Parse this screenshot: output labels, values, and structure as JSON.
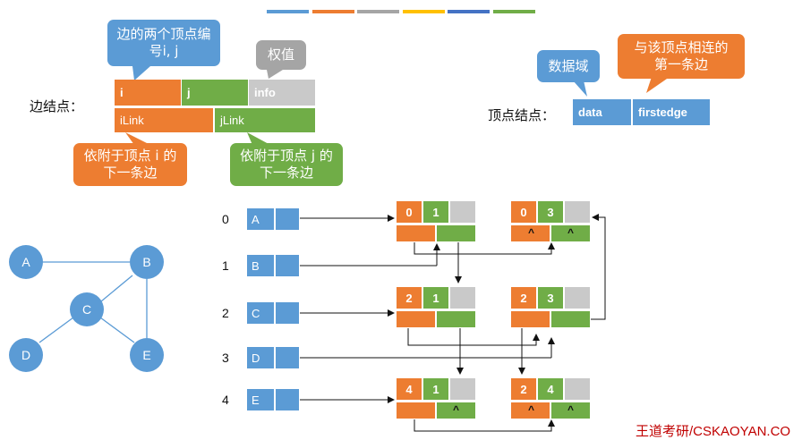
{
  "palette": {
    "blue": "#5B9BD5",
    "orange": "#ED7D31",
    "gray": "#A5A5A5",
    "yellow": "#FFC000",
    "darkblue": "#4472C4",
    "green": "#70AD47"
  },
  "edge_node_label": "边结点：",
  "vertex_node_label": "顶点结点：",
  "edge_fields": {
    "i": "i",
    "j": "j",
    "info": "info",
    "ilink": "iLink",
    "jlink": "jLink"
  },
  "vertex_fields": {
    "data": "data",
    "firstedge": "firstedge"
  },
  "callouts": {
    "vertex_numbers": "边的两个顶点编号i, j",
    "weight": "权值",
    "ilink_desc": "依附于顶点 i 的下一条边",
    "jlink_desc": "依附于顶点 j 的下一条边",
    "data_domain": "数据域",
    "first_edge_desc": "与该顶点相连的第一条边"
  },
  "graph": {
    "nodes": [
      "A",
      "B",
      "C",
      "D",
      "E"
    ],
    "edges": [
      [
        "A",
        "B"
      ],
      [
        "B",
        "C"
      ],
      [
        "B",
        "E"
      ],
      [
        "C",
        "D"
      ],
      [
        "C",
        "E"
      ]
    ]
  },
  "vertices": [
    {
      "index": "0",
      "name": "A"
    },
    {
      "index": "1",
      "name": "B"
    },
    {
      "index": "2",
      "name": "C"
    },
    {
      "index": "3",
      "name": "D"
    },
    {
      "index": "4",
      "name": "E"
    }
  ],
  "edge_nodes": [
    {
      "i": "0",
      "j": "1",
      "ilink": "",
      "jlink": ""
    },
    {
      "i": "0",
      "j": "3",
      "ilink": "^",
      "jlink": "^"
    },
    {
      "i": "2",
      "j": "1",
      "ilink": "",
      "jlink": ""
    },
    {
      "i": "2",
      "j": "3",
      "ilink": "",
      "jlink": ""
    },
    {
      "i": "4",
      "j": "1",
      "ilink": "",
      "jlink": "^"
    },
    {
      "i": "2",
      "j": "4",
      "ilink": "^",
      "jlink": "^"
    }
  ],
  "watermark": "王道考研/CSKAOYAN.CO"
}
